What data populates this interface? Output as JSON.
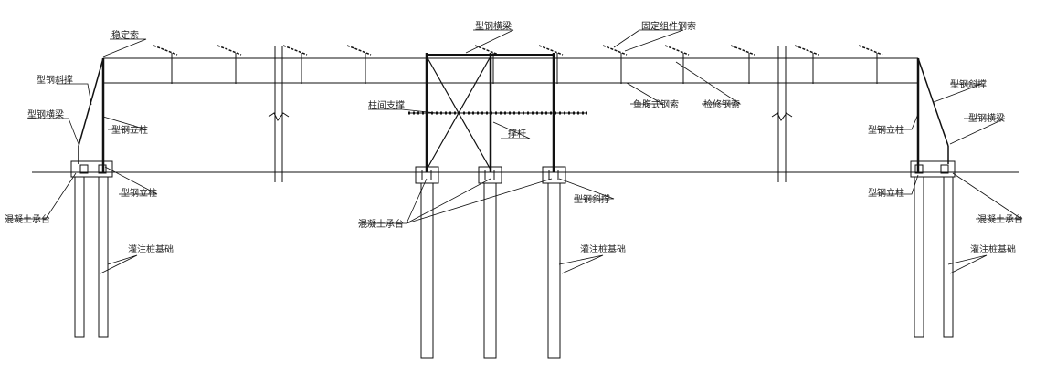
{
  "labels": {
    "stabilizing_cable": "稳定索",
    "steel_beam_top": "型钢横梁",
    "fixing_cable": "固定组件钢索",
    "steel_brace_left": "型钢斜撑",
    "steel_beam_left": "型钢横梁",
    "steel_column_left": "型钢立柱",
    "steel_column_left_low": "型钢立柱",
    "concrete_cap_left": "混凝土承台",
    "pile_foundation_left": "灌注桩基础",
    "bracing_between_columns": "柱间支撑",
    "strut": "撑杆",
    "fishbelly_cable": "鱼腹式钢索",
    "maintenance_cable": "检修钢索",
    "concrete_cap_middle": "混凝土承台",
    "steel_brace_middle": "型钢斜撑",
    "pile_foundation_middle": "灌注桩基础",
    "steel_brace_right": "型钢斜撑",
    "steel_column_right": "型钢立柱",
    "steel_beam_right": "型钢横梁",
    "steel_column_right_low": "型钢立柱",
    "concrete_cap_right": "混凝土承台",
    "pile_foundation_right": "灌注桩基础"
  },
  "colors": {
    "line": "#111111",
    "text": "#222222",
    "background": "#ffffff"
  }
}
